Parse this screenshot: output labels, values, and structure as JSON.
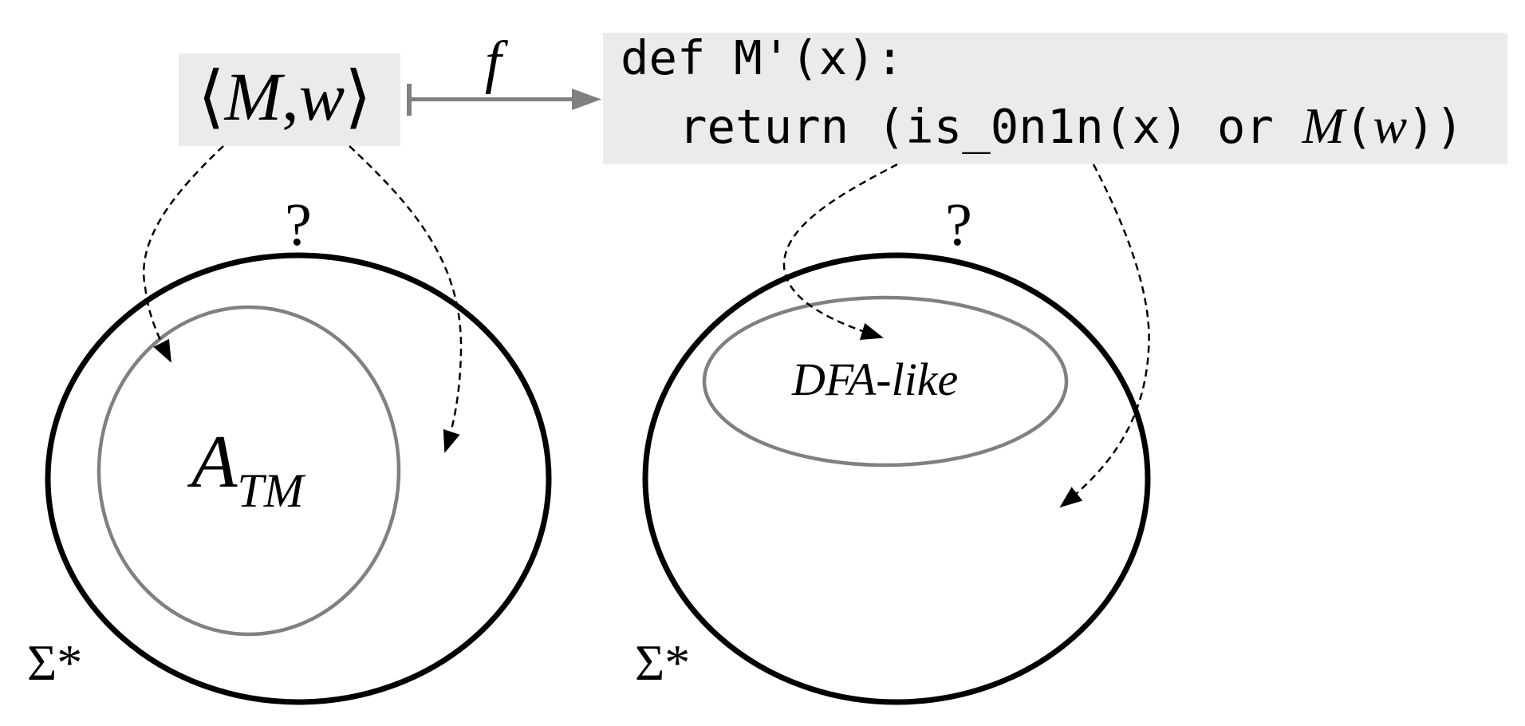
{
  "colors": {
    "box_fill": "#ebebeb",
    "mapping_arrow": "#808080",
    "outer_set_stroke": "#000000",
    "inner_set_stroke": "#808080",
    "text": "#000000"
  },
  "input_box": {
    "lbracket": "⟨",
    "M": "M",
    "comma": ",",
    "w": "w",
    "rbracket": "⟩"
  },
  "mapping": {
    "label": "f"
  },
  "code_box": {
    "line1": "def M'(x):",
    "line2_prefix": "return (is_0n1n(x) or ",
    "line2_M": "M",
    "line2_open": "(",
    "line2_w": "w",
    "line2_close": "))"
  },
  "left_diagram": {
    "question": "?",
    "inner_set_label_main": "A",
    "inner_set_label_sub": "TM",
    "universe_label": "Σ*"
  },
  "right_diagram": {
    "question": "?",
    "inner_set_label": "DFA-like",
    "universe_label": "Σ*"
  }
}
